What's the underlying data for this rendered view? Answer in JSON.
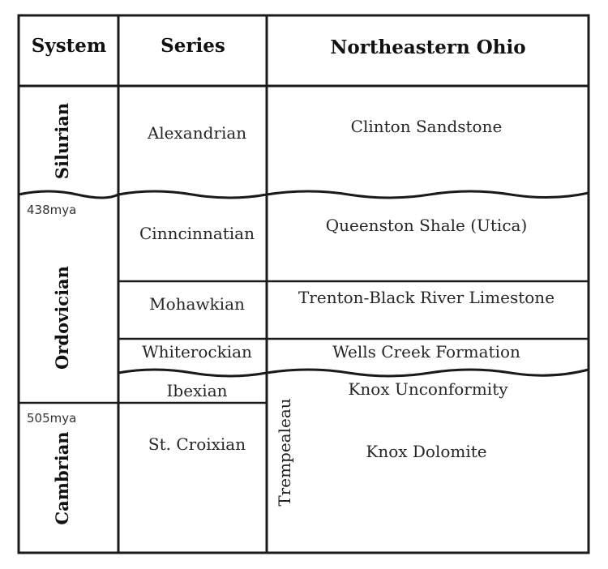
{
  "headers": {
    "system": "System",
    "series": "Series",
    "region": "Northeastern Ohio"
  },
  "systems": {
    "silurian": "Silurian",
    "ordovician": "Ordovician",
    "cambrian": "Cambrian"
  },
  "ages": {
    "ordovician_top": "438mya",
    "cambrian_top": "505mya"
  },
  "series": {
    "alexandrian": "Alexandrian",
    "cincinnatian": "Cinncinnatian",
    "mohawkian": "Mohawkian",
    "whiterockian": "Whiterockian",
    "ibexian": "Ibexian",
    "st_croixian": "St. Croixian"
  },
  "formations": {
    "clinton": "Clinton Sandstone",
    "queenston": "Queenston Shale (Utica)",
    "trenton": "Trenton-Black River Limestone",
    "wells_creek": "Wells Creek Formation",
    "knox_unconformity": "Knox Unconformity",
    "knox_dolomite": "Knox Dolomite"
  },
  "stage": {
    "trempealeau": "Trempealeau"
  }
}
